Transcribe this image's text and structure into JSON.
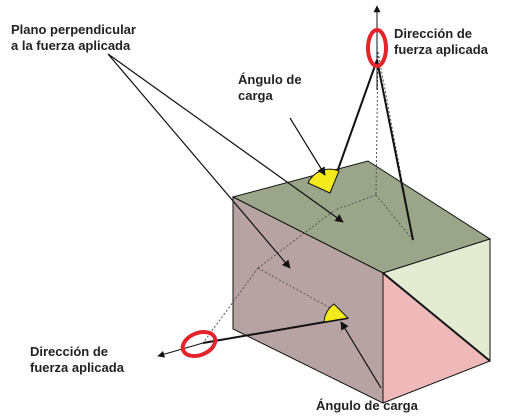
{
  "labels": {
    "plane": [
      "Plano perpendicular",
      "a la fuerza aplicada"
    ],
    "angle_top": [
      "Ángulo de",
      "carga"
    ],
    "direction_top": [
      "Dirección de",
      "fuerza aplicada"
    ],
    "direction_left": [
      "Dirección de",
      "fuerza aplicada"
    ],
    "angle_bottom": "Ángulo de carga"
  },
  "colors": {
    "top_face": "#9ba58a",
    "front_face": "#b7a3a4",
    "right_face_upper": "#e3ecd2",
    "right_face_lower": "#eeb9b8",
    "angle_wedge": "#f5ea1c",
    "ellipse_ring": "#e3242b",
    "edge": "#111111"
  }
}
